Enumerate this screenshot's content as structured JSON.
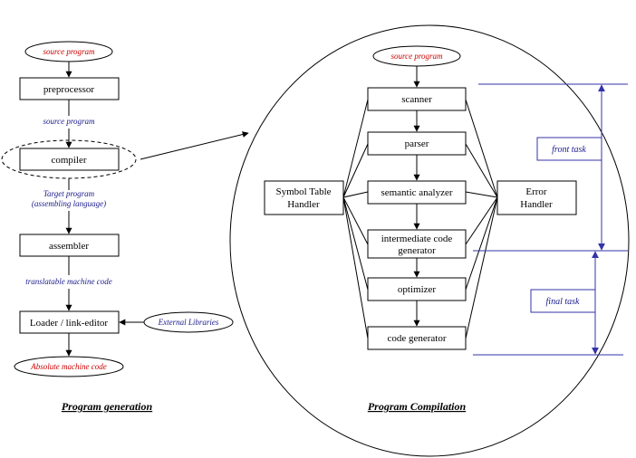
{
  "left": {
    "source_program": "source program",
    "preprocessor": "preprocessor",
    "source_program_2": "source program",
    "compiler": "compiler",
    "target_program_line1": "Target program",
    "target_program_line2": "(assembling language)",
    "assembler": "assembler",
    "translatable": "translatable machine code",
    "loader": "Loader / link-editor",
    "external_libraries": "External Libraries",
    "absolute": "Absolute machine code",
    "title": "Program generation"
  },
  "right": {
    "source_program": "source program",
    "scanner": "scanner",
    "parser": "parser",
    "semantic": "semantic analyzer",
    "intermediate_line1": "intermediate code",
    "intermediate_line2": "generator",
    "optimizer": "optimizer",
    "code_generator": "code generator",
    "symbol_line1": "Symbol Table",
    "symbol_line2": "Handler",
    "error_line1": "Error",
    "error_line2": "Handler",
    "front_task": "front task",
    "final_task": "final task",
    "title": "Program Compilation"
  },
  "colors": {
    "line": "#000000",
    "source_text": "#cc0000",
    "annotation_text": "#1a1a8c",
    "bracket_line": "#3333aa"
  }
}
